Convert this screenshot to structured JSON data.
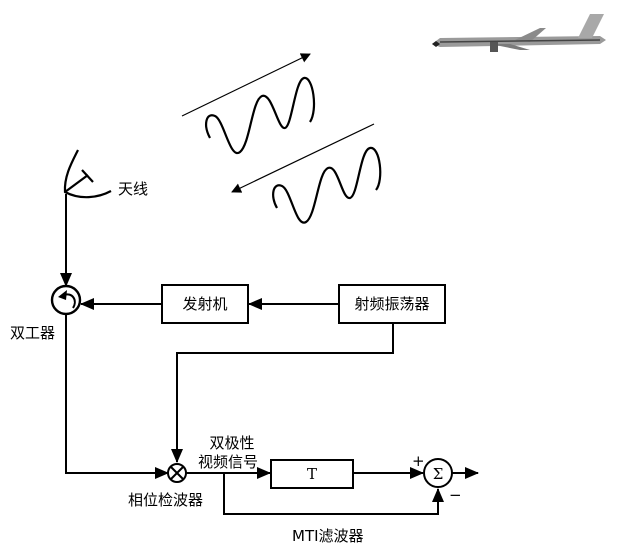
{
  "diagram": {
    "title": "MTI radar block diagram",
    "labels": {
      "antenna": "天线",
      "duplexer": "双工器",
      "transmitter": "发射机",
      "rf_oscillator": "射频振荡器",
      "bipolar_video_line1": "双极性",
      "bipolar_video_line2": "视频信号",
      "phase_detector": "相位检波器",
      "delay": "T",
      "summer_symbol": "Σ",
      "plus_sign": "+",
      "minus_sign": "−",
      "mti_filter": "MTI滤波器"
    },
    "icons": {
      "antenna": "dish-antenna-icon",
      "duplexer": "circulator-icon",
      "mixer": "multiplier-circle-icon",
      "summer": "summation-circle-icon",
      "aircraft": "airplane-icon",
      "waves": "sine-wave-icon"
    },
    "connections": [
      {
        "from": "antenna",
        "to": "duplexer"
      },
      {
        "from": "transmitter",
        "to": "duplexer"
      },
      {
        "from": "rf_oscillator",
        "to": "transmitter"
      },
      {
        "from": "rf_oscillator",
        "to": "phase_detector"
      },
      {
        "from": "duplexer",
        "to": "phase_detector"
      },
      {
        "from": "phase_detector",
        "to": "delay"
      },
      {
        "from": "delay",
        "to": "summer",
        "sign": "+"
      },
      {
        "from": "phase_detector",
        "to": "summer",
        "sign": "-"
      },
      {
        "from": "summer",
        "to": "output"
      }
    ]
  }
}
